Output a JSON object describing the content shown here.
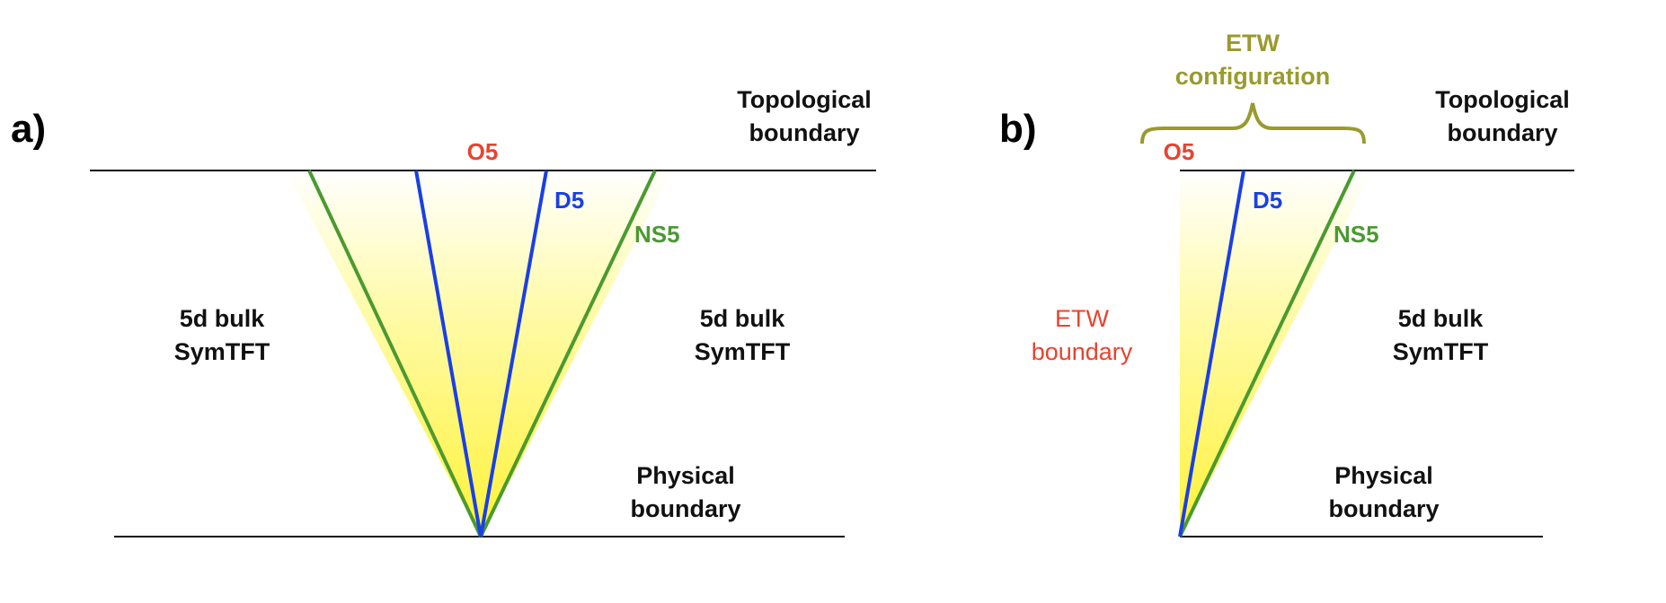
{
  "colors": {
    "text": "#111111",
    "o5": "#e8432e",
    "d5": "#1a3fe6",
    "ns5": "#4a9a30",
    "etw": "#9a9a2e",
    "boundary_line": "#111111",
    "glow_inner": "#fff23a",
    "glow_outer": "#ffffff"
  },
  "panel_a": {
    "label": "a)",
    "topological_boundary": [
      "Topological",
      "boundary"
    ],
    "physical_boundary": [
      "Physical",
      "boundary"
    ],
    "bulk_left": [
      "5d bulk",
      "SymTFT"
    ],
    "bulk_right": [
      "5d bulk",
      "SymTFT"
    ],
    "o5_label": "O5",
    "d5_label": "D5",
    "ns5_label": "NS5"
  },
  "panel_b": {
    "label": "b)",
    "etw_configuration": [
      "ETW",
      "configuration"
    ],
    "topological_boundary": [
      "Topological",
      "boundary"
    ],
    "physical_boundary": [
      "Physical",
      "boundary"
    ],
    "etw_boundary": [
      "ETW",
      "boundary"
    ],
    "bulk_right": [
      "5d bulk",
      "SymTFT"
    ],
    "o5_label": "O5",
    "d5_label": "D5",
    "ns5_label": "NS5"
  }
}
